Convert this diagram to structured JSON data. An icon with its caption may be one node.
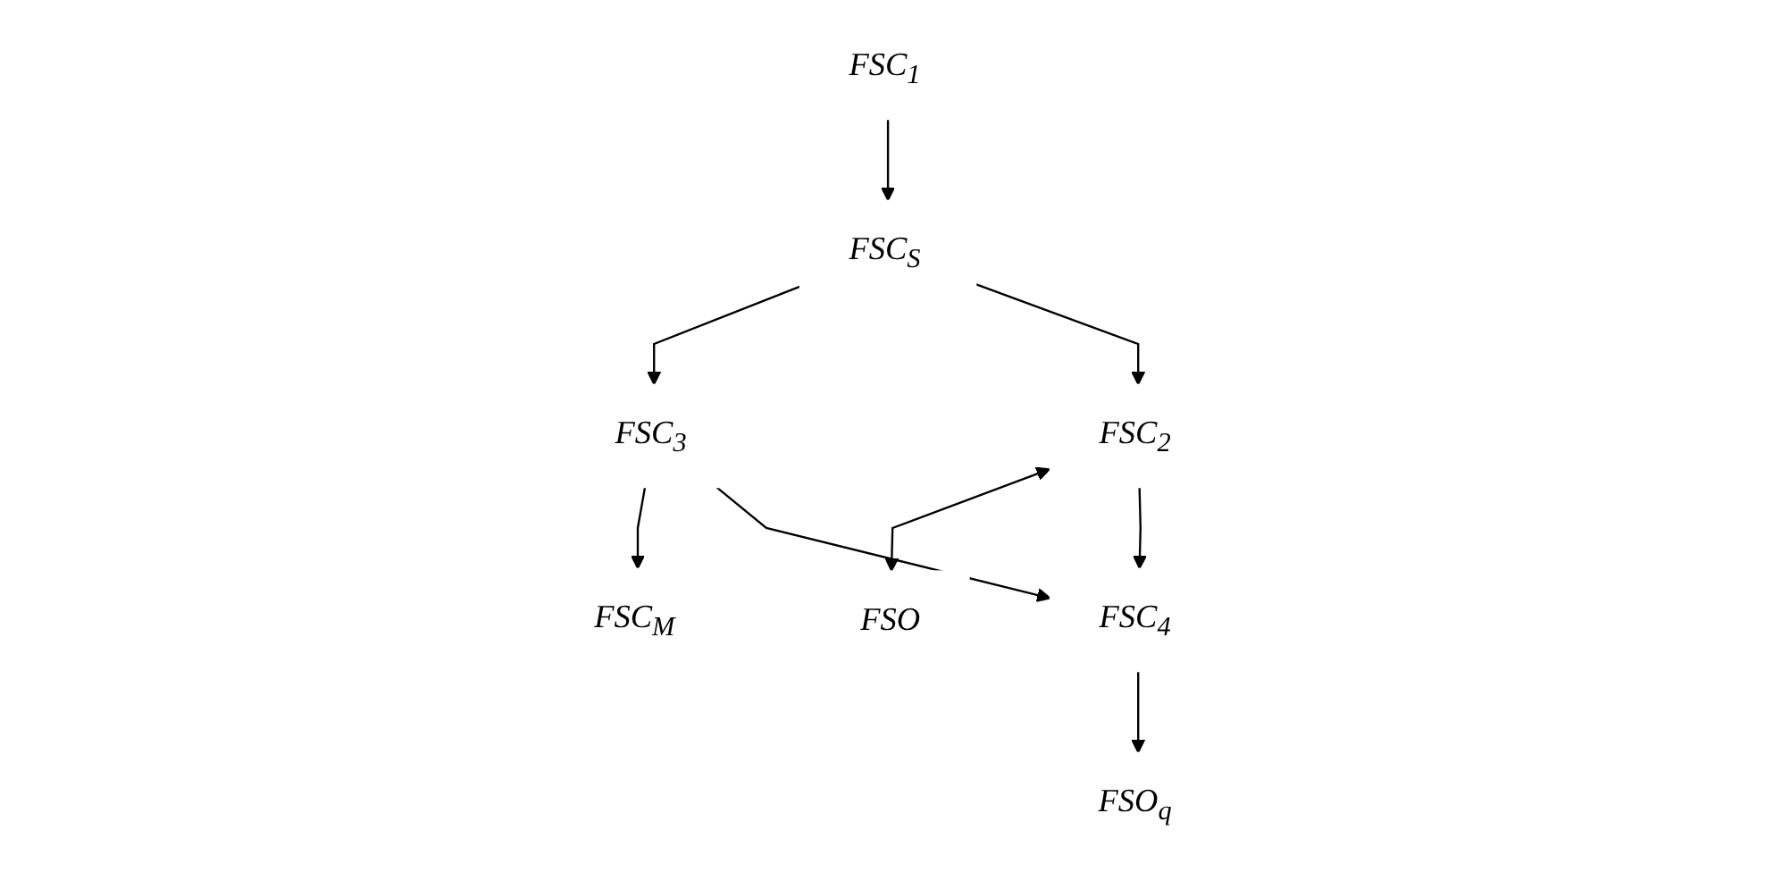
{
  "diagram": {
    "nodes": [
      {
        "text": [
          "FSC$_{1}$"
        ]
      },
      {
        "text": [
          "FSC$_{S}$"
        ]
      },
      {
        "text": [
          "FSC$_{3}$"
        ]
      },
      {
        "text": [
          "FSC$_{2}$"
        ]
      },
      {
        "text": [
          "FSO"
        ]
      },
      {
        "text": [
          "FSC$_{M}$"
        ]
      },
      {
        "text": [
          "FSC$_{4}$"
        ]
      },
      {
        "text": [
          "FSO$_{q}$"
        ]
      }
    ],
    "edges": [
      {
        "from": 0,
        "to": 1,
        "arrow": "to"
      },
      {
        "from": 1,
        "to": 2,
        "arrow": "to"
      },
      {
        "from": 1,
        "to": 3,
        "arrow": "to"
      },
      {
        "from": 3,
        "to": 4,
        "arrow": "both"
      },
      {
        "from": 2,
        "to": 5,
        "arrow": "to"
      },
      {
        "from": 2,
        "to": 6,
        "arrow": "to"
      },
      {
        "from": 3,
        "to": 6,
        "arrow": "to"
      },
      {
        "from": 6,
        "to": 7,
        "arrow": "to"
      }
    ]
  }
}
